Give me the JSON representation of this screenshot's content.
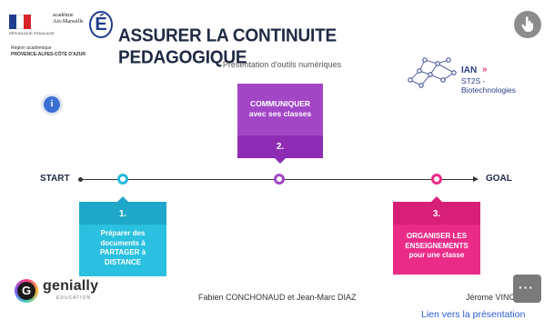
{
  "header": {
    "academie_line1": "académie",
    "academie_line2": "Aix-Marseille",
    "academie_letter": "É",
    "republique": "RÉPUBLIQUE FRANÇAISE",
    "region_line1": "Région académique",
    "region_line2": "PROVENCE-ALPES-CÔTE D'AZUR",
    "title": "ASSURER LA CONTINUITE PEDAGOGIQUE",
    "subtitle": "Présentation d'outils numériques"
  },
  "ian": {
    "label": "IAN",
    "arrows": "»",
    "subtitle": "ST2S - Biotechnologies"
  },
  "info_button": {
    "label": "i"
  },
  "timeline": {
    "start": "START",
    "goal": "GOAL"
  },
  "steps": [
    {
      "number": "1.",
      "text_lines": [
        "Préparer des",
        "documents à",
        "PARTAGER à",
        "DISTANCE"
      ],
      "color": "#2ac0df"
    },
    {
      "number": "2.",
      "text_lines": [
        "COMMUNIQUER",
        "avec ses classes"
      ],
      "color": "#a246c6"
    },
    {
      "number": "3.",
      "text_lines": [
        "ORGANISER LES",
        "ENSEIGNEMENTS",
        "pour une classe"
      ],
      "color": "#ea2c88"
    }
  ],
  "footer": {
    "genially_letter": "G",
    "genially_word": "genially",
    "genially_sub": "EDUCATION",
    "authors": "Fabien CONCHONAUD et Jean-Marc DIAZ",
    "third_author": "Jérome VINCENT",
    "more_label": "···",
    "link": "Lien vers la présentation"
  }
}
